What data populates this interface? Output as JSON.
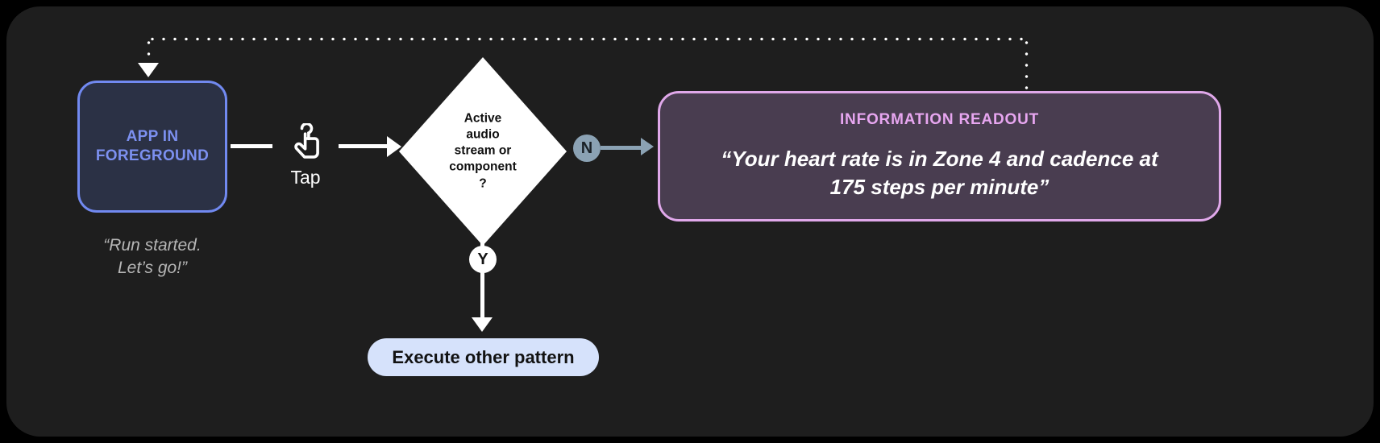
{
  "canvas": {
    "background": "#1e1e1e",
    "page_background": "#000000"
  },
  "nodes": {
    "app": {
      "label": "APP IN FOREGROUND",
      "caption": "“Run started.\nLet’s go!”",
      "fill": "#2b3145",
      "border": "#7189f0",
      "text_color": "#7c90f0"
    },
    "decision": {
      "label": "Active\naudio\nstream or\ncomponent\n?",
      "fill": "#ffffff",
      "text_color": "#101010"
    },
    "readout": {
      "title": "INFORMATION READOUT",
      "body": "“Your heart rate is in Zone 4 and cadence at\n175 steps per minute”",
      "fill": "#493d50",
      "border": "#e0a8ea",
      "title_color": "#e7a6f0",
      "body_color": "#ffffff"
    },
    "execute": {
      "label": "Execute other pattern",
      "fill": "#d6e2fb",
      "text_color": "#121212"
    }
  },
  "interaction": {
    "tap_label": "Tap",
    "tap_icon": "tap-gesture-icon"
  },
  "branches": {
    "no": {
      "letter": "N",
      "fill": "#8ba2b4",
      "text_color": "#1b2228"
    },
    "yes": {
      "letter": "Y",
      "fill": "#ffffff",
      "text_color": "#141414"
    }
  },
  "connectors": {
    "solid_color": "#ffffff",
    "gray_color": "#8ba2b4",
    "feedback_style": "dotted"
  }
}
